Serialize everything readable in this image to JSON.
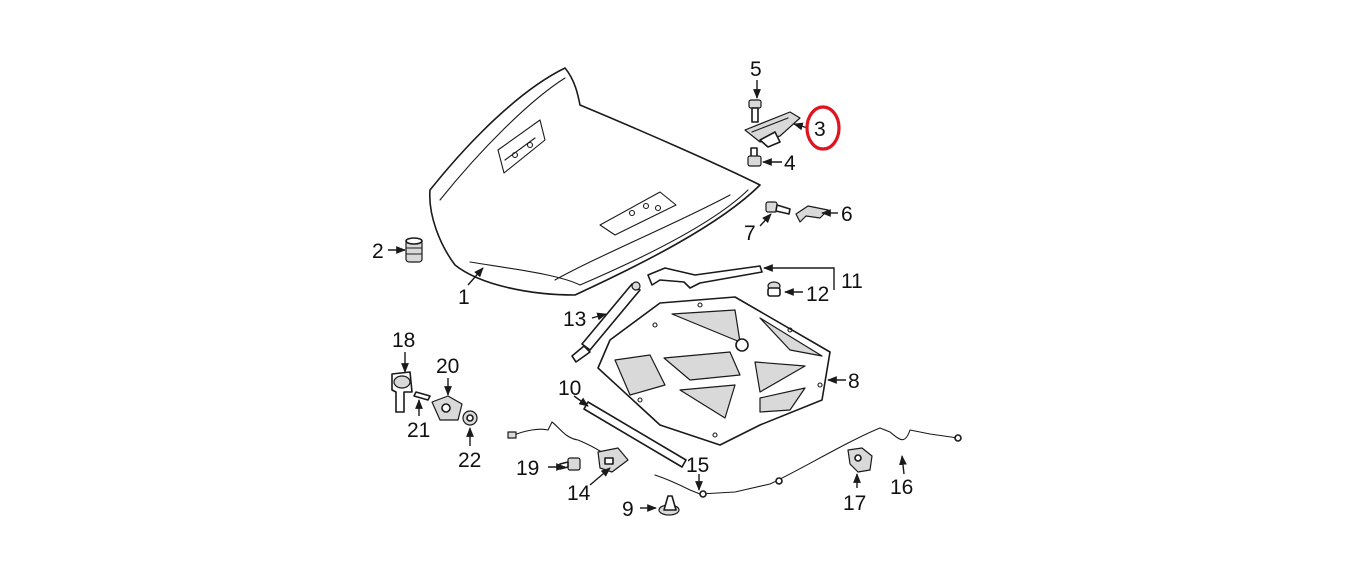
{
  "diagram": {
    "callouts": [
      {
        "id": "c1",
        "label": "1"
      },
      {
        "id": "c2",
        "label": "2"
      },
      {
        "id": "c3",
        "label": "3"
      },
      {
        "id": "c4",
        "label": "4"
      },
      {
        "id": "c5",
        "label": "5"
      },
      {
        "id": "c6",
        "label": "6"
      },
      {
        "id": "c7",
        "label": "7"
      },
      {
        "id": "c8",
        "label": "8"
      },
      {
        "id": "c9",
        "label": "9"
      },
      {
        "id": "c10",
        "label": "10"
      },
      {
        "id": "c11",
        "label": "11"
      },
      {
        "id": "c12",
        "label": "12"
      },
      {
        "id": "c13",
        "label": "13"
      },
      {
        "id": "c14",
        "label": "14"
      },
      {
        "id": "c15",
        "label": "15"
      },
      {
        "id": "c16",
        "label": "16"
      },
      {
        "id": "c17",
        "label": "17"
      },
      {
        "id": "c18",
        "label": "18"
      },
      {
        "id": "c19",
        "label": "19"
      },
      {
        "id": "c20",
        "label": "20"
      },
      {
        "id": "c21",
        "label": "21"
      },
      {
        "id": "c22",
        "label": "22"
      }
    ],
    "highlight": {
      "label": "3",
      "color": "#e0141e"
    }
  }
}
